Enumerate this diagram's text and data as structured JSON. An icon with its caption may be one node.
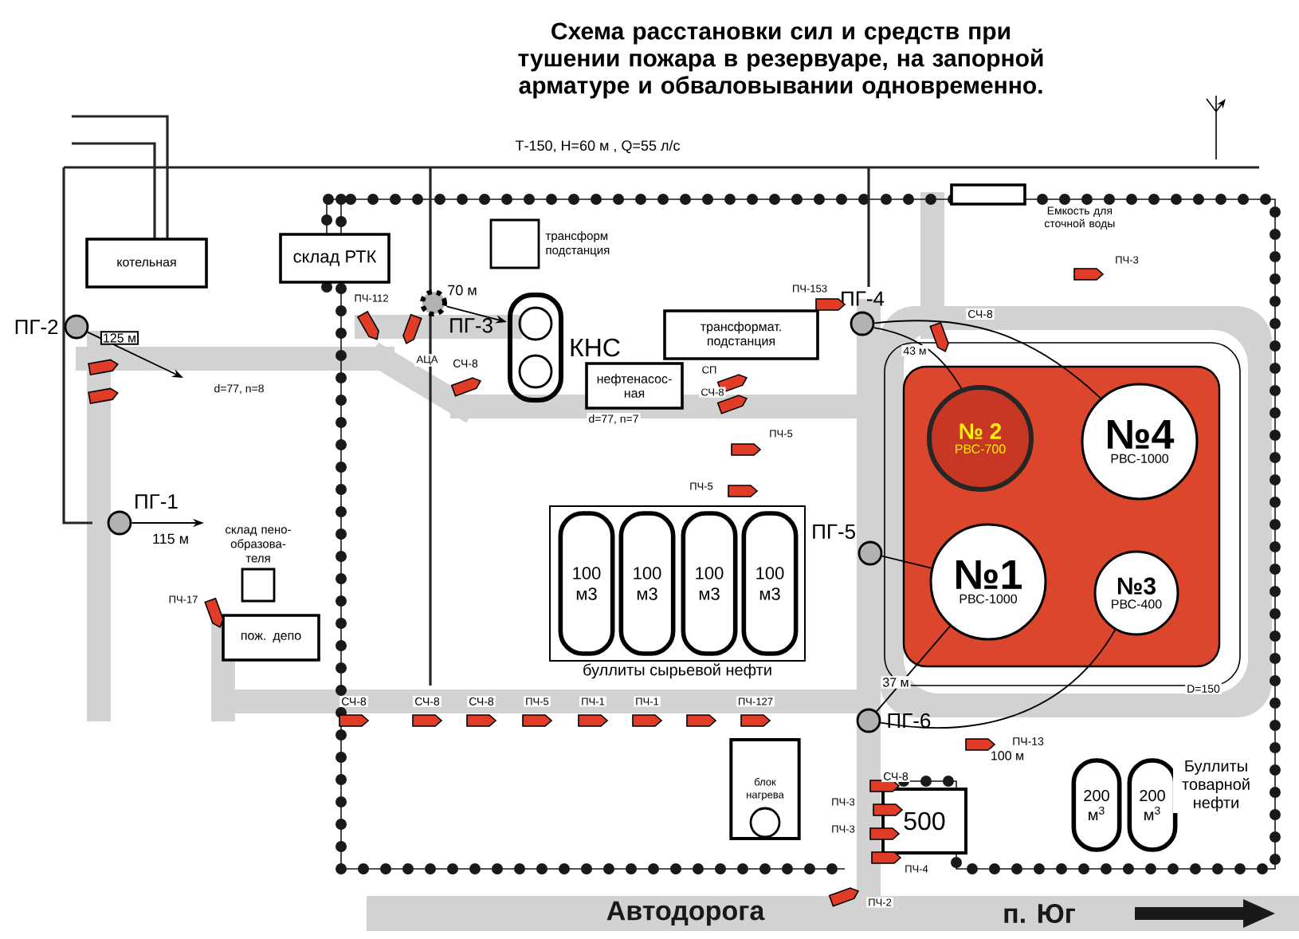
{
  "diagram": {
    "title": "Схема расстановки сил и средств при тушении пожара в резервуаре, на запорной арматуре и обваловывании одновременно.",
    "nodes": [
      {
        "text": [
          "котельная"
        ]
      },
      {
        "text": [
          "склад РТК"
        ]
      },
      {
        "text": [
          "трансформ подстанция"
        ]
      },
      {
        "text": [
          "КНС"
        ]
      },
      {
        "text": [
          "трансформат. подстанция"
        ]
      },
      {
        "text": [
          "нефтенасос- ная"
        ]
      },
      {
        "text": [
          "Емкость для сточной воды"
        ]
      },
      {
        "text": [
          "склад пено- образова- теля"
        ]
      },
      {
        "text": [
          "пож. депо"
        ]
      },
      {
        "text": [
          "буллиты сырьевой нефти"
        ]
      },
      {
        "text": [
          "100 м3"
        ],
        "in": 9
      },
      {
        "text": [
          "100 м3"
        ],
        "in": 9
      },
      {
        "text": [
          "100 м3"
        ],
        "in": 9
      },
      {
        "text": [
          "100 м3"
        ],
        "in": 9
      },
      {
        "text": [
          "№ 2",
          "РВС-700"
        ]
      },
      {
        "text": [
          "№4",
          "РВС-1000"
        ]
      },
      {
        "text": [
          "№1",
          "РВС-1000"
        ]
      },
      {
        "text": [
          "№3",
          "РВС-400"
        ]
      },
      {
        "text": [
          "блок нагрева"
        ]
      },
      {
        "text": [
          "500"
        ]
      },
      {
        "text": [
          "200 м$^{3}$"
        ]
      },
      {
        "text": [
          "200 м$^{3}$"
        ]
      },
      {
        "text": [
          "ПГ-1"
        ]
      },
      {
        "text": [
          "ПГ-2"
        ]
      },
      {
        "text": [
          "ПГ-3"
        ]
      },
      {
        "text": [
          "ПГ-4"
        ]
      },
      {
        "text": [
          "ПГ-5"
        ]
      },
      {
        "text": [
          "ПГ-6"
        ]
      }
    ],
    "edges": [
      {
        "from": 22,
        "to": null,
        "arrow": "to",
        "label": "115 м"
      },
      {
        "from": 24,
        "to": null,
        "arrow": "to",
        "label": "70 м"
      },
      {
        "from": 23,
        "to": null,
        "arrow": "to"
      },
      {
        "from": 25,
        "to": 14,
        "arrow": "none"
      },
      {
        "from": 25,
        "to": 15,
        "arrow": "none"
      },
      {
        "from": 26,
        "to": 16,
        "arrow": "none"
      },
      {
        "from": 27,
        "to": 16,
        "arrow": "none"
      },
      {
        "from": 27,
        "to": 17,
        "arrow": "none"
      }
    ],
    "labels": [
      "Т-150, Н=60 м , Q=55 л/с",
      "125 м",
      "d=77, n=8",
      "ПЧ-112",
      "АЦА",
      "СЧ-8",
      "d=77, n=7",
      "ПЧ-153",
      "СП",
      "СЧ-8",
      "ПЧ-5",
      "ПЧ-5",
      "ПЧ-3",
      "СЧ-8",
      "43 м",
      "ПЧ-17",
      "СЧ-8",
      "СЧ-8",
      "СЧ-8",
      "ПЧ-5",
      "ПЧ-1",
      "ПЧ-1",
      "ПЧ-127",
      "37 м",
      "ПЧ-13",
      "100 м",
      "СЧ-8",
      "ПЧ-3",
      "ПЧ-3",
      "ПЧ-4",
      "ПЧ-2",
      "Буллиты товарной нефти",
      "Автодорога",
      "п. Юг",
      "D=150"
    ]
  }
}
